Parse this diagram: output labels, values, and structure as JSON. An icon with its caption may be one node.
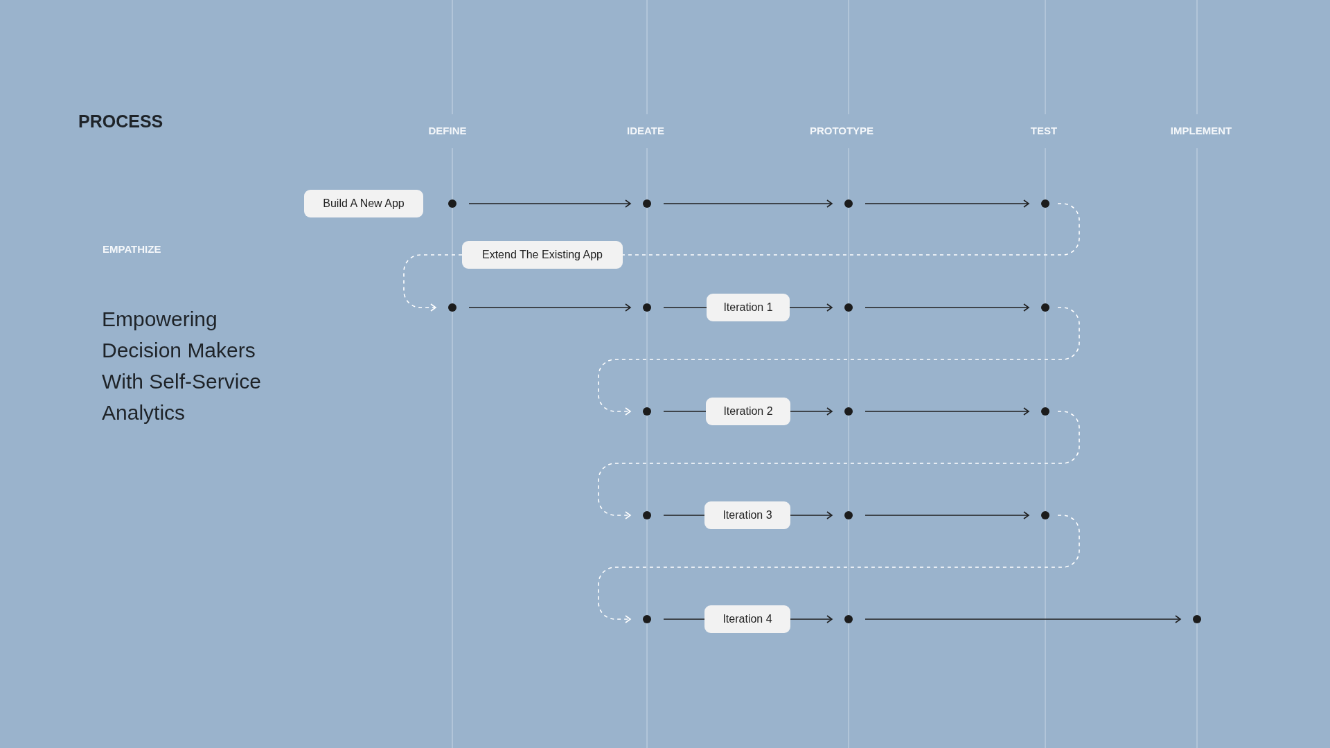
{
  "diagram": {
    "title": "PROCESS",
    "nodes": [
      {
        "text": [
          "Build A New App"
        ]
      },
      {
        "text": [],
        "shape": "circle"
      },
      {
        "text": [],
        "shape": "circle"
      },
      {
        "text": [],
        "shape": "circle"
      },
      {
        "text": [],
        "shape": "circle"
      },
      {
        "text": [
          "Extend The Existing App"
        ]
      },
      {
        "text": [],
        "shape": "circle"
      },
      {
        "text": [],
        "shape": "circle"
      },
      {
        "text": [
          "Iteration 1"
        ]
      },
      {
        "text": [],
        "shape": "circle"
      },
      {
        "text": [],
        "shape": "circle"
      },
      {
        "text": [],
        "shape": "circle"
      },
      {
        "text": [
          "Iteration 2"
        ]
      },
      {
        "text": [],
        "shape": "circle"
      },
      {
        "text": [],
        "shape": "circle"
      },
      {
        "text": [],
        "shape": "circle"
      },
      {
        "text": [
          "Iteration 3"
        ]
      },
      {
        "text": [],
        "shape": "circle"
      },
      {
        "text": [],
        "shape": "circle"
      },
      {
        "text": [],
        "shape": "circle"
      },
      {
        "text": [
          "Iteration 4"
        ]
      },
      {
        "text": [],
        "shape": "circle"
      },
      {
        "text": [],
        "shape": "circle"
      }
    ],
    "edges": [
      {
        "from": 1,
        "to": 2,
        "arrow": "to"
      },
      {
        "from": 2,
        "to": 3,
        "arrow": "to"
      },
      {
        "from": 3,
        "to": 4,
        "arrow": "to"
      },
      {
        "from": 4,
        "to": 5,
        "arrow": "none",
        "style": "dashed",
        "color": "#ffffff"
      },
      {
        "from": 5,
        "to": 6,
        "arrow": "to",
        "style": "dashed",
        "color": "#ffffff"
      },
      {
        "from": 6,
        "to": 7,
        "arrow": "to"
      },
      {
        "from": 7,
        "to": 8,
        "arrow": "none"
      },
      {
        "from": 8,
        "to": 9,
        "arrow": "to"
      },
      {
        "from": 9,
        "to": 10,
        "arrow": "to"
      },
      {
        "from": 10,
        "to": 11,
        "arrow": "to",
        "style": "dashed",
        "color": "#ffffff"
      },
      {
        "from": 11,
        "to": 12,
        "arrow": "none"
      },
      {
        "from": 12,
        "to": 13,
        "arrow": "to"
      },
      {
        "from": 13,
        "to": 14,
        "arrow": "to"
      },
      {
        "from": 14,
        "to": 15,
        "arrow": "to",
        "style": "dashed",
        "color": "#ffffff"
      },
      {
        "from": 15,
        "to": 16,
        "arrow": "none"
      },
      {
        "from": 16,
        "to": 17,
        "arrow": "to"
      },
      {
        "from": 17,
        "to": 18,
        "arrow": "to"
      },
      {
        "from": 18,
        "to": 19,
        "arrow": "to",
        "style": "dashed",
        "color": "#ffffff"
      },
      {
        "from": 19,
        "to": 20,
        "arrow": "none"
      },
      {
        "from": 20,
        "to": 21,
        "arrow": "to"
      },
      {
        "from": 21,
        "to": 22,
        "arrow": "to"
      }
    ],
    "labels": [
      "DEFINE",
      "IDEATE",
      "PROTOTYPE",
      "TEST",
      "IMPLEMENT",
      "EMPATHIZE",
      "Empowering Decision Makers With Self-Service Analytics"
    ]
  }
}
